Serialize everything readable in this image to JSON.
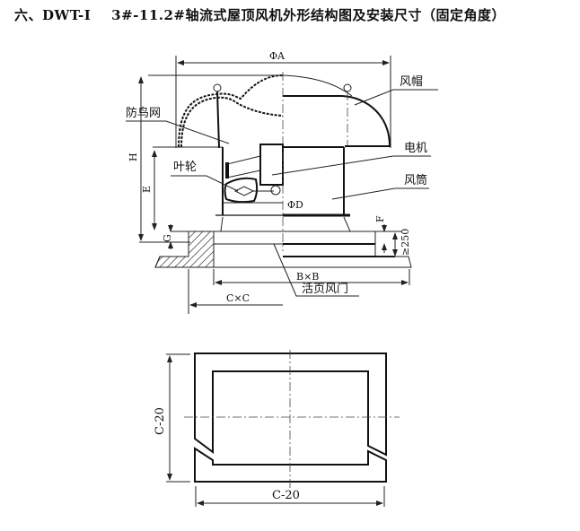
{
  "title": "六、DWT-I    3#-11.2#轴流式屋顶风机外形结构图及安装尺寸（固定角度）",
  "labels": {
    "hood": "风帽",
    "bird_net": "防鸟网",
    "motor": "电机",
    "impeller": "叶轮",
    "duct": "风筒",
    "damper": "活页风门"
  },
  "dimensions": {
    "phiA": "ΦA",
    "phiD": "ΦD",
    "H": "H",
    "E": "E",
    "F": "F",
    "G": "G",
    "min250": "≥250",
    "BxB": "B×B",
    "CxC": "C×C",
    "c20_v": "C-20",
    "c20_h": "C-20"
  }
}
